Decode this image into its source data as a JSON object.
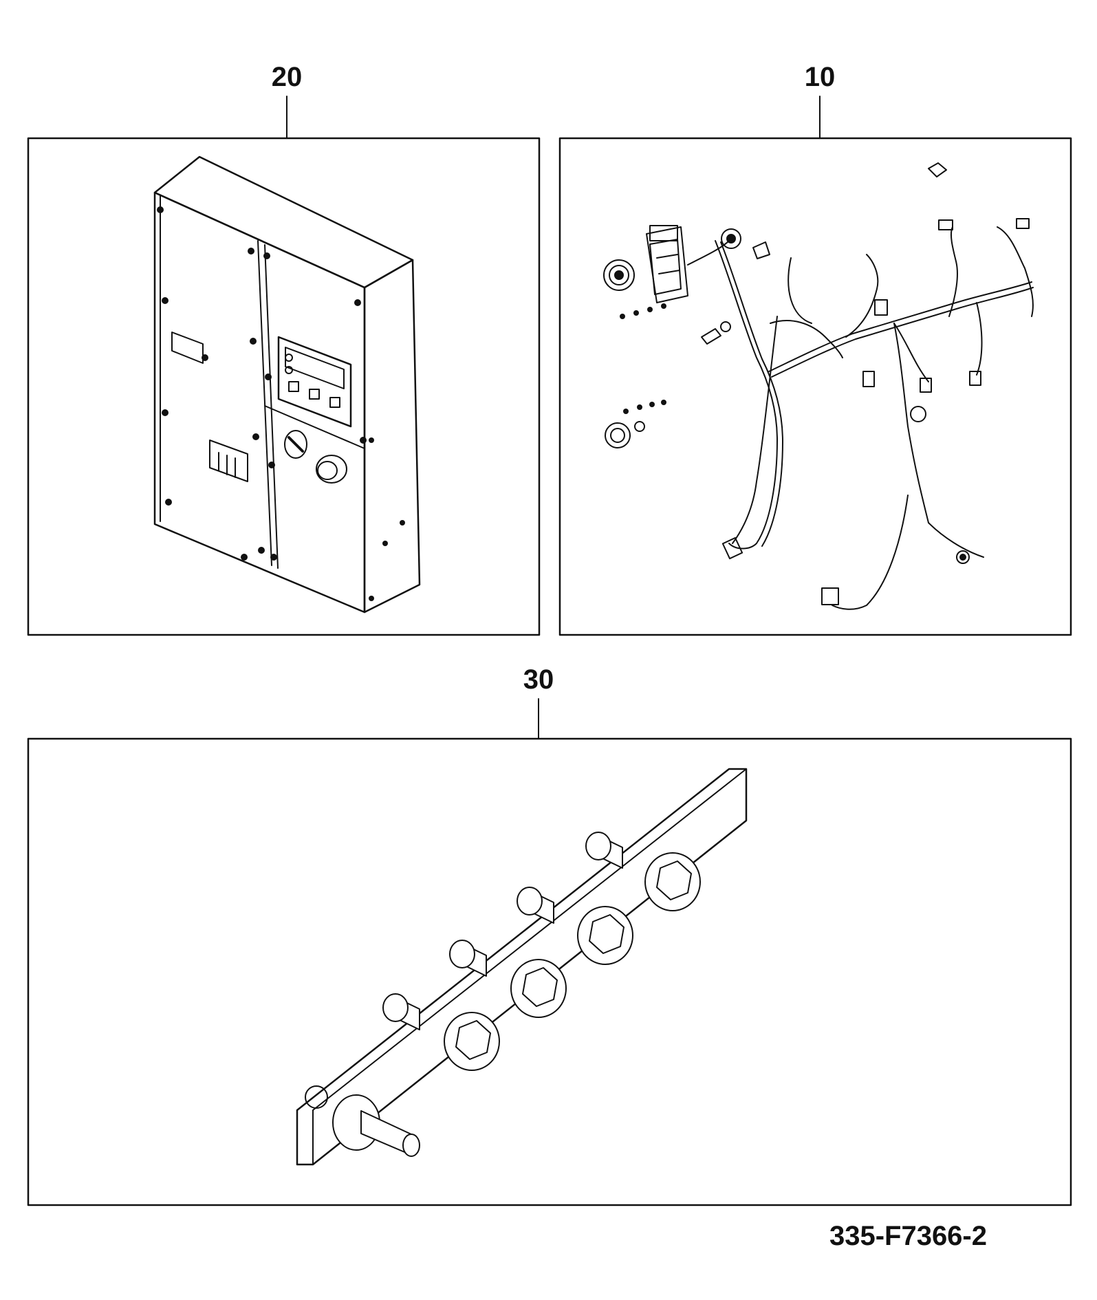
{
  "figure": {
    "items": [
      {
        "callout": "20"
      },
      {
        "callout": "10"
      },
      {
        "callout": "30"
      }
    ],
    "reference": "335-F7366-2"
  }
}
